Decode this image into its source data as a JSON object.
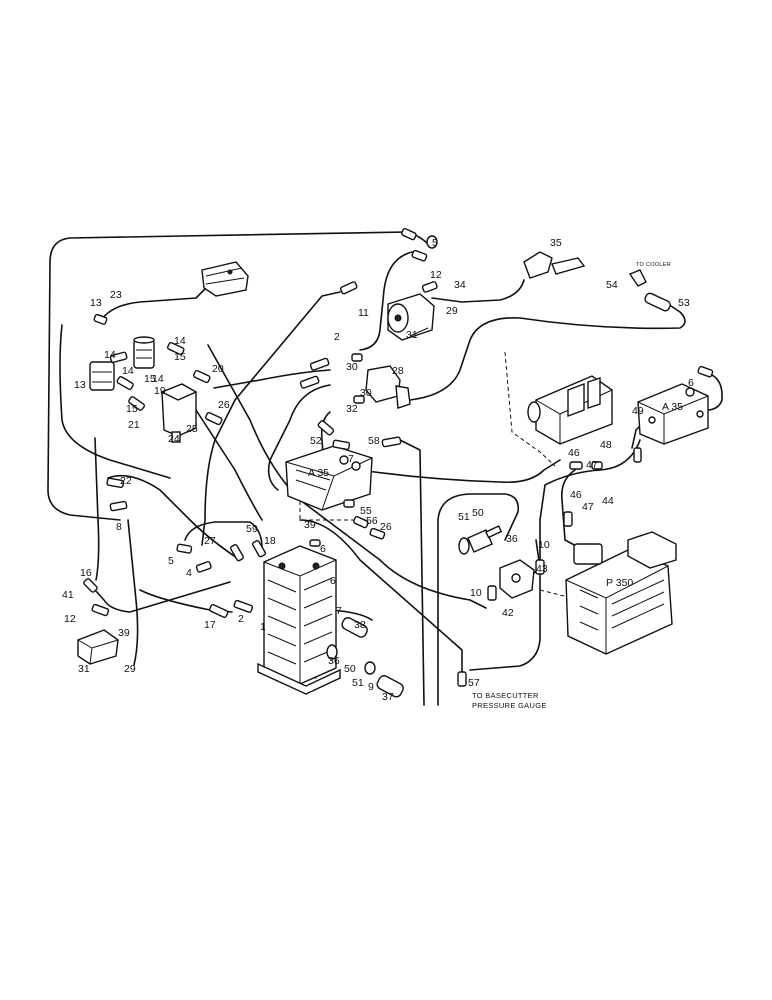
{
  "labels": {
    "l1": "1",
    "l2a": "2",
    "l2b": "2",
    "l4": "4",
    "l5a": "5",
    "l5b": "5",
    "l6a": "6",
    "l6b": "6",
    "l6c": "6",
    "l7a": "7",
    "l7b": "7",
    "l8": "8",
    "l9": "9",
    "l10a": "10",
    "l10b": "10",
    "l11": "11",
    "l12a": "12",
    "l12b": "12",
    "l13a": "13",
    "l13b": "13",
    "l14a": "14",
    "l14b": "14",
    "l14c": "14",
    "l14d": "14",
    "l15a": "15",
    "l15b": "15",
    "l15c": "15",
    "l16": "16",
    "l17": "17",
    "l18": "18",
    "l19": "19",
    "l20": "20",
    "l21": "21",
    "l22": "22",
    "l23": "23",
    "l24": "24",
    "l25": "25",
    "l26a": "26",
    "l26b": "26",
    "l27": "27",
    "l28": "28",
    "l29a": "29",
    "l29b": "29",
    "l30a": "30",
    "l30b": "30",
    "l31a": "31",
    "l31b": "31",
    "l32": "32",
    "l34": "34",
    "l35": "35",
    "l36a": "36",
    "l36b": "36",
    "l37": "37",
    "l38": "38",
    "l39a": "39",
    "l39b": "39",
    "l41": "41",
    "l42": "42",
    "l43": "43",
    "l44": "44",
    "l46a": "46",
    "l46b": "46",
    "l47a": "47",
    "l47b": "47",
    "l48": "48",
    "l49": "49",
    "l50a": "50",
    "l50b": "50",
    "l51a": "51",
    "l51b": "51",
    "l52": "52",
    "l53": "53",
    "l54": "54",
    "l55": "55",
    "l56": "56",
    "l57": "57",
    "l58": "58",
    "l59": "59"
  },
  "component_marks": {
    "valve_a35_left": "A 35",
    "valve_a35_right": "A 35",
    "pump_p350": "P 350"
  },
  "notes": {
    "basecutter_line1": "TO BASECUTTER",
    "basecutter_line2": "PRESSURE GAUGE",
    "cooler": "TO COOLER"
  }
}
